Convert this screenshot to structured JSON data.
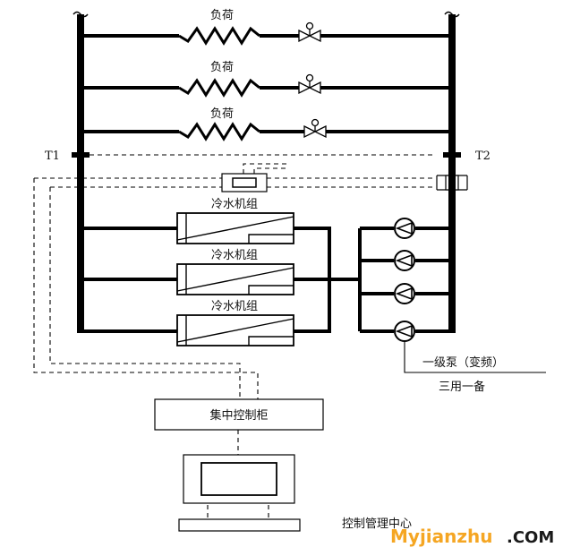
{
  "labels": {
    "load": "负荷",
    "t1": "T1",
    "t2": "T2",
    "chiller": "冷水机组",
    "pump_line1": "一级泵（变频）",
    "pump_line2": "三用一备",
    "cabinet": "集中控制柜",
    "center": "控制管理中心"
  },
  "watermark": {
    "main": "Myjianzhu",
    "suffix": ".COM",
    "main_color": "#f5a623",
    "suffix_color": "#1a1a1a"
  }
}
